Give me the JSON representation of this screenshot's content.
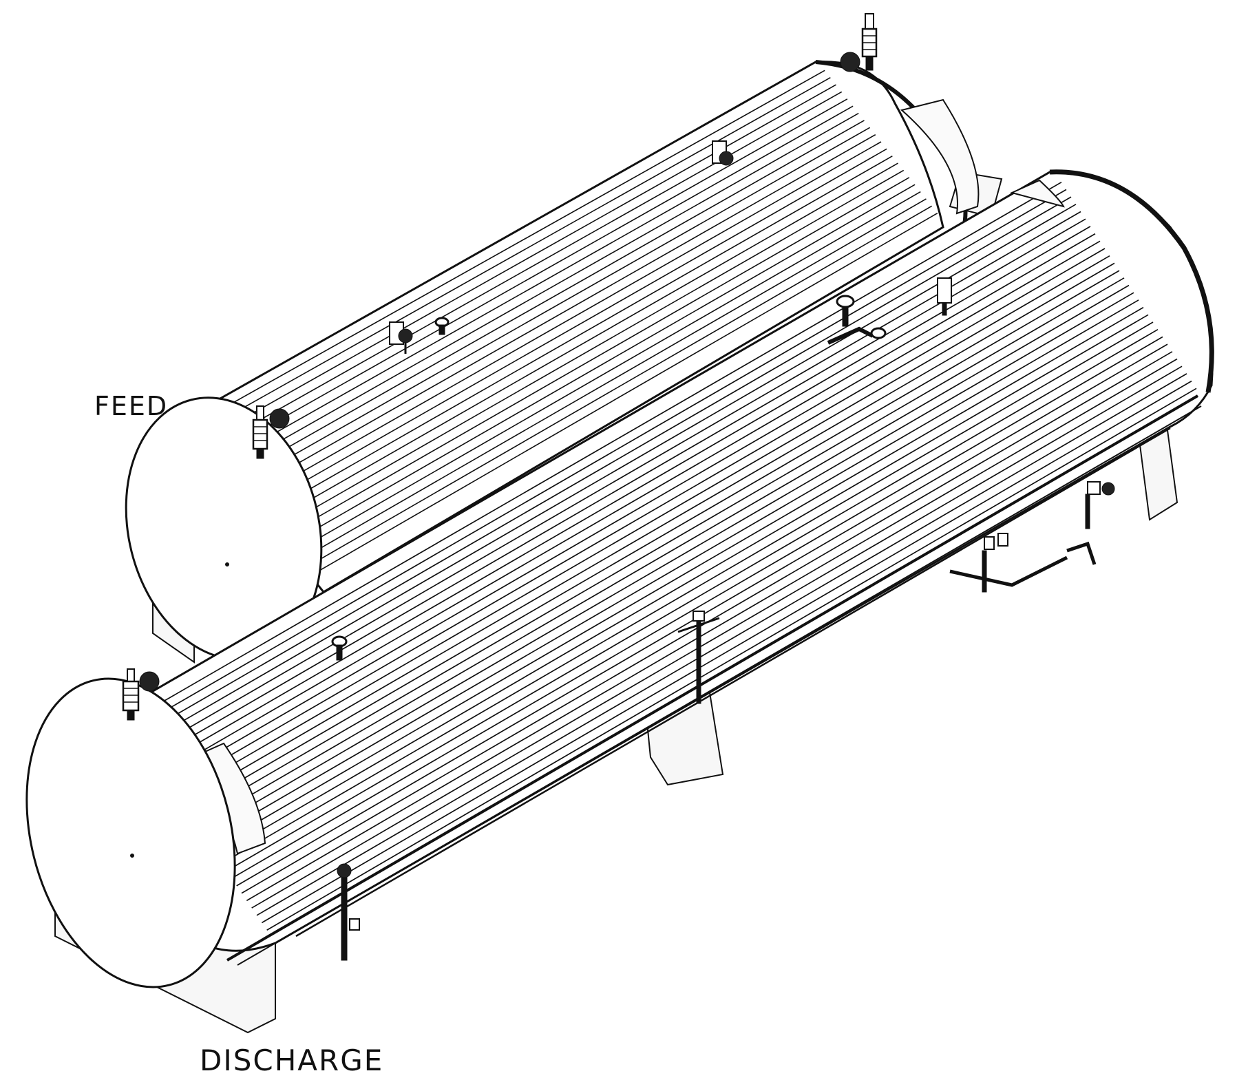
{
  "labels": {
    "feed": "FEED",
    "discharge": "DISCHARGE"
  },
  "colors": {
    "line": "#111111",
    "fill": "#ffffff",
    "saddle": "#f7f7f7",
    "background": "#ffffff"
  },
  "components": {
    "vessels": [
      "rear-vessel",
      "front-vessel"
    ],
    "icons": [
      "pressure-valve-icon",
      "gauge-icon",
      "nozzle-icon",
      "valve-assembly-icon"
    ]
  }
}
